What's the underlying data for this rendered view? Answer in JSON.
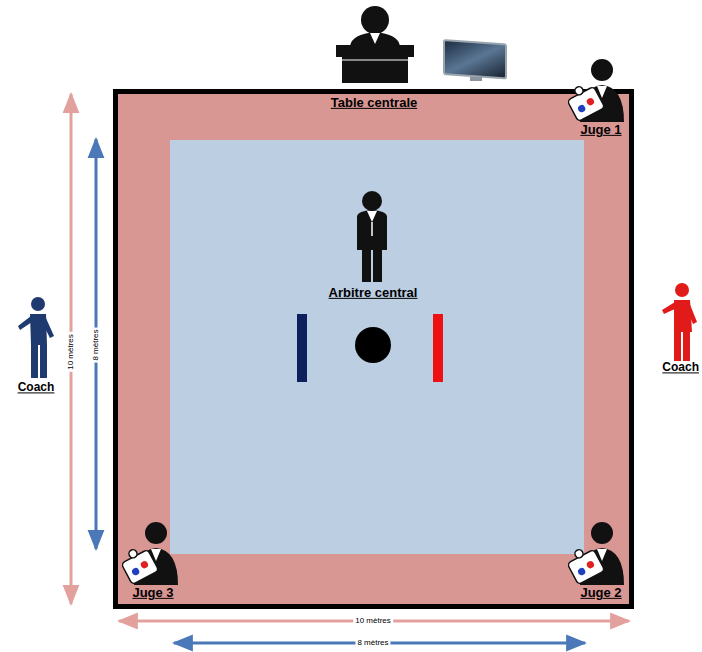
{
  "diagram": {
    "nodes": [
      {
        "text": [
          "Table centrale",
          "Juge 1",
          "Juge 3",
          "Juge 2"
        ]
      },
      {
        "text": [
          "Arbitre central"
        ],
        "in": 0
      }
    ],
    "labels": [
      "Coach",
      "Coach",
      "10 mètres",
      "8 mètres",
      "10 mètres",
      "8 mètres"
    ]
  }
}
